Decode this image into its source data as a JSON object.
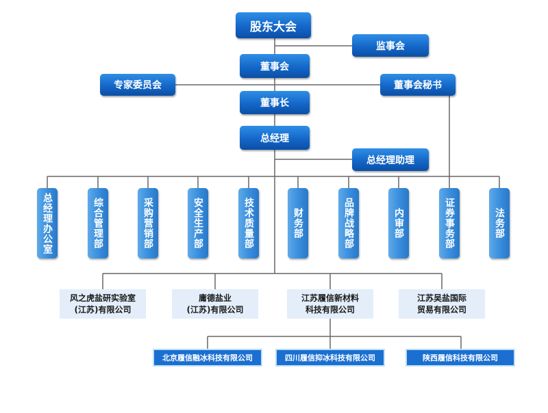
{
  "colors": {
    "node_blue": "#1467c8",
    "dept_blue": "#3a8fde",
    "company_bg": "#e3eefa",
    "line": "#666666"
  },
  "governance": {
    "shareholders_meeting": "股东大会",
    "supervisory_board": "监事会",
    "board_of_directors": "董事会",
    "expert_committee": "专家委员会",
    "board_secretary": "董事会秘书",
    "chairman": "董事长",
    "general_manager": "总经理",
    "gm_assistant": "总经理助理"
  },
  "departments": [
    "总经理办公室",
    "综合管理部",
    "采购营销部",
    "安全生产部",
    "技术质量部",
    "财务部",
    "品牌战略部",
    "内审部",
    "证券事务部",
    "法务部"
  ],
  "companies": [
    "风之虎盐研实验室\n(江苏)有限公司",
    "庸德盐业\n(江苏)有限公司",
    "江苏履信新材料\n科技有限公司",
    "江苏吴盐国际\n贸易有限公司"
  ],
  "subsidiaries": [
    "北京履信融冰科技有限公司",
    "四川履信抑冰科技有限公司",
    "陕西履信科技有限公司"
  ]
}
